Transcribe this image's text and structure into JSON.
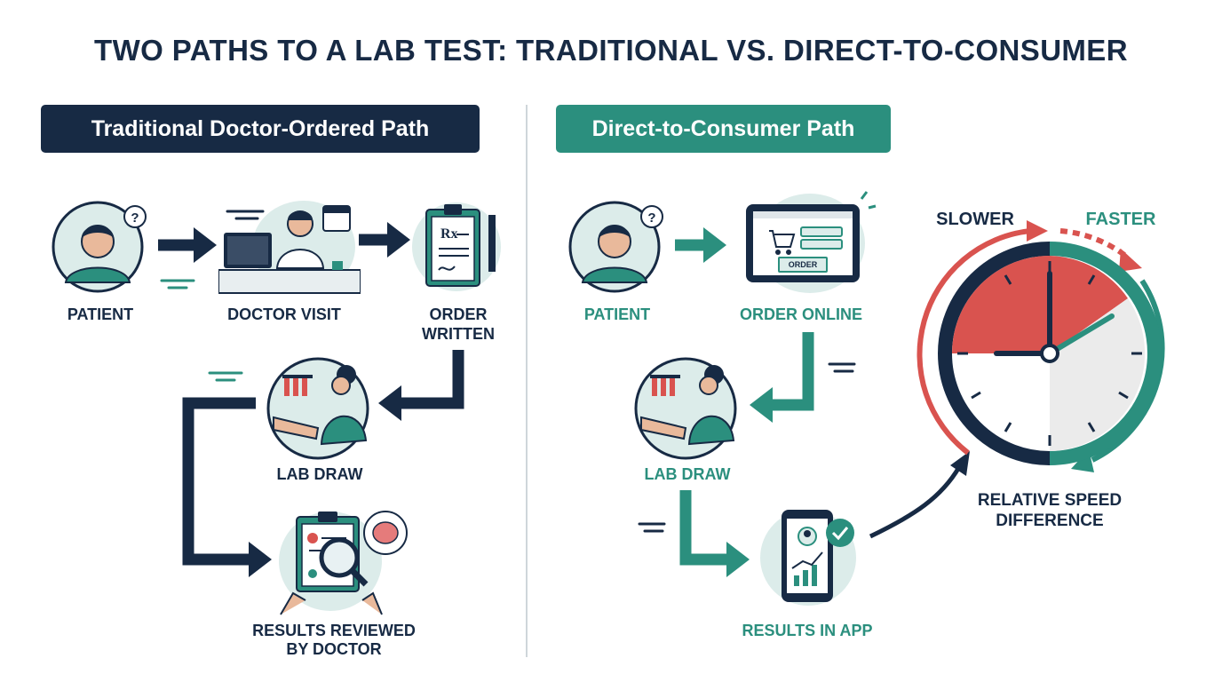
{
  "title": "TWO PATHS TO A LAB TEST: TRADITIONAL VS. DIRECT-TO-CONSUMER",
  "traditional": {
    "header": "Traditional Doctor-Ordered Path",
    "steps": {
      "patient": "PATIENT",
      "doctor_visit": "DOCTOR VISIT",
      "order_written_1": "ORDER",
      "order_written_2": "WRITTEN",
      "lab_draw": "LAB DRAW",
      "results_1": "RESULTS REVIEWED",
      "results_2": "BY DOCTOR"
    }
  },
  "direct": {
    "header": "Direct-to-Consumer Path",
    "steps": {
      "patient": "PATIENT",
      "order_online": "ORDER ONLINE",
      "lab_draw": "LAB DRAW",
      "results_in_app": "RESULTS IN APP"
    },
    "order_button": "ORDER"
  },
  "speed": {
    "slower": "SLOWER",
    "faster": "FASTER",
    "caption_1": "RELATIVE SPEED",
    "caption_2": "DIFFERENCE"
  },
  "colors": {
    "navy": "#172a44",
    "teal": "#2b8f7e",
    "red": "#d9534f",
    "mint": "#dcecea"
  }
}
